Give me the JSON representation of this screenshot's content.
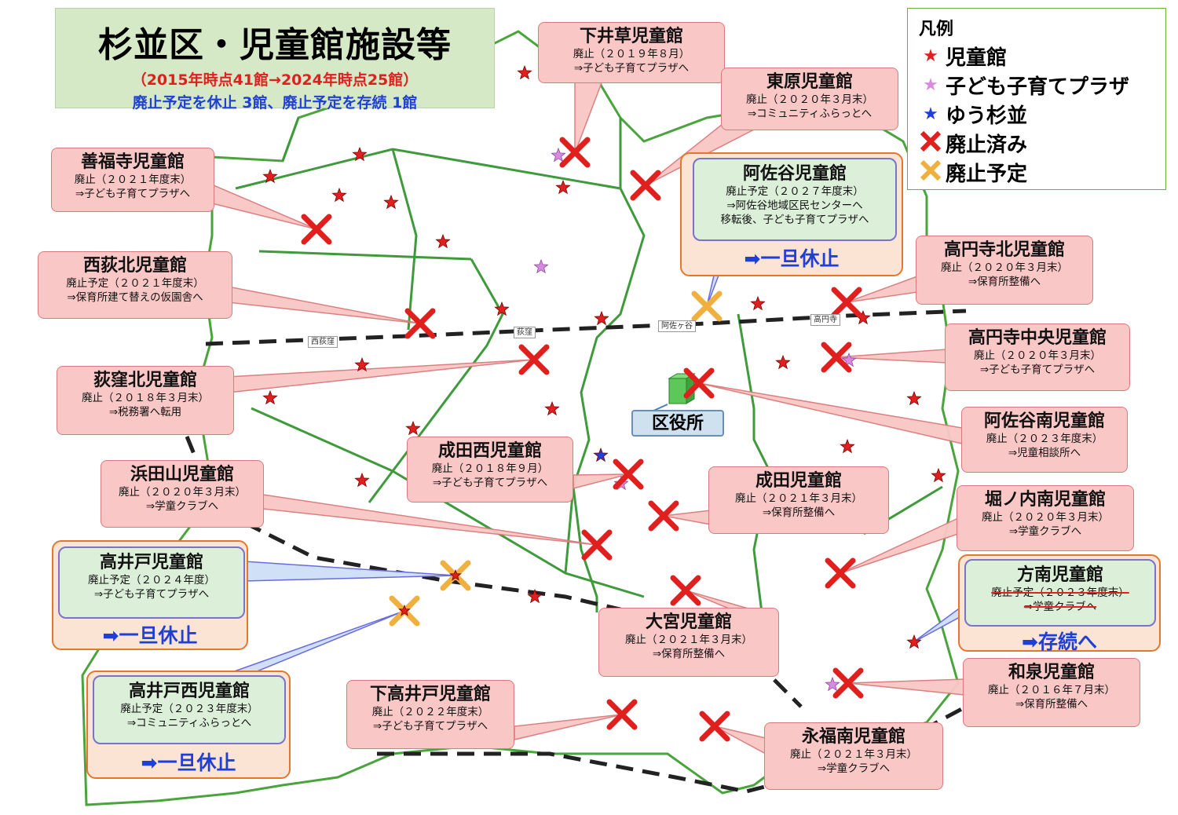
{
  "title": {
    "main": "杉並区・児童館施設等",
    "sub1": "（2015年時点41館→2024年時点25館）",
    "sub2": "廃止予定を休止 3館、廃止予定を存続 1館"
  },
  "legend": {
    "title": "凡例",
    "items": [
      {
        "label": "児童館",
        "symbol": "★",
        "color": "#e0201e"
      },
      {
        "label": "子ども子育てプラザ",
        "symbol": "★",
        "color": "#d98ae0"
      },
      {
        "label": "ゆう杉並",
        "symbol": "★",
        "color": "#1f3fd6"
      },
      {
        "label": "廃止済み",
        "symbol": "✕",
        "color": "#e0201e"
      },
      {
        "label": "廃止予定",
        "symbol": "✕",
        "color": "#f0b040"
      }
    ]
  },
  "stations": [
    "西荻窪",
    "荻窪",
    "阿佐ヶ谷",
    "高円寺"
  ],
  "ward_office": "区役所",
  "callouts": [
    {
      "name": "下井草児童館",
      "l1": "廃止（２０１９年８月）",
      "l2": "⇒子ども子育てプラザへ"
    },
    {
      "name": "東原児童館",
      "l1": "廃止（２０２０年３月末）",
      "l2": "⇒コミュニティふらっとへ"
    },
    {
      "name": "善福寺児童館",
      "l1": "廃止（２０２１年度末）",
      "l2": "⇒子ども子育てプラザへ"
    },
    {
      "name": "西荻北児童館",
      "l1": "廃止予定（２０２１年度末）",
      "l2": "⇒保育所建て替えの仮園舎へ"
    },
    {
      "name": "高円寺北児童館",
      "l1": "廃止（２０２０年３月末）",
      "l2": "⇒保育所整備へ"
    },
    {
      "name": "高円寺中央児童館",
      "l1": "廃止（２０２０年３月末）",
      "l2": "⇒子ども子育てプラザへ"
    },
    {
      "name": "荻窪北児童館",
      "l1": "廃止（２０１８年３月末）",
      "l2": "⇒税務署へ転用"
    },
    {
      "name": "阿佐谷南児童館",
      "l1": "廃止（２０２３年度末）",
      "l2": "⇒児童相談所へ"
    },
    {
      "name": "成田西児童館",
      "l1": "廃止（２０１８年９月）",
      "l2": "⇒子ども子育てプラザへ"
    },
    {
      "name": "浜田山児童館",
      "l1": "廃止（２０２０年３月末）",
      "l2": "⇒学童クラブへ"
    },
    {
      "name": "成田児童館",
      "l1": "廃止（２０２１年３月末）",
      "l2": "⇒保育所整備へ"
    },
    {
      "name": "堀ノ内南児童館",
      "l1": "廃止（２０２０年３月末）",
      "l2": "⇒学童クラブへ"
    },
    {
      "name": "大宮児童館",
      "l1": "廃止（２０２１年３月末）",
      "l2": "⇒保育所整備へ"
    },
    {
      "name": "和泉児童館",
      "l1": "廃止（２０１６年７月末）",
      "l2": "⇒保育所整備へ"
    },
    {
      "name": "下高井戸児童館",
      "l1": "廃止（２０２２年度末）",
      "l2": "⇒子ども子育てプラザへ"
    },
    {
      "name": "永福南児童館",
      "l1": "廃止（２０２１年３月末）",
      "l2": "⇒学童クラブへ"
    }
  ],
  "framed": [
    {
      "name": "阿佐谷児童館",
      "l1": "廃止予定（２０２７年度末）",
      "l2": "⇒阿佐谷地域区民センターへ",
      "l3": "移転後、子ども子育てプラザへ",
      "status": "➡一旦休止"
    },
    {
      "name": "高井戸児童館",
      "l1": "廃止予定（２０２４年度）",
      "l2": "⇒子ども子育てプラザへ",
      "status": "➡一旦休止"
    },
    {
      "name": "高井戸西児童館",
      "l1": "廃止予定（２０２３年度末）",
      "l2": "⇒コミュニティふらっとへ",
      "status": "➡一旦休止"
    },
    {
      "name": "方南児童館",
      "l1": "廃止予定（２０２３年度末）",
      "l2": "⇒学童クラブへ",
      "status": "➡存続へ"
    }
  ]
}
